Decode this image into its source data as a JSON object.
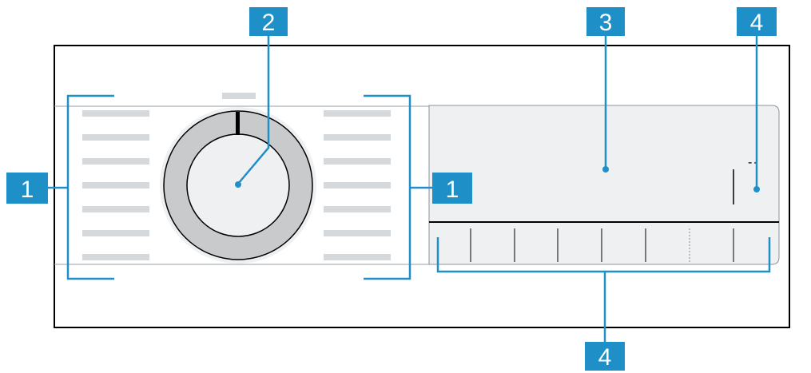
{
  "callouts": [
    {
      "id": "left-program-labels",
      "label": "1"
    },
    {
      "id": "program-selector-dial",
      "label": "2"
    },
    {
      "id": "display",
      "label": "3"
    },
    {
      "id": "display-right-symbol",
      "label": "4"
    },
    {
      "id": "right-program-labels",
      "label": "1"
    },
    {
      "id": "touch-buttons",
      "label": "4"
    }
  ],
  "display": {
    "indicator": "--"
  },
  "colors": {
    "callout_fill": "#1f8fc7",
    "panel_border": "#000000",
    "label_bars": "#d6d9dc",
    "dial_ring": "#c8cacc",
    "dial_halo": "#eef0f1",
    "display_bg": "#eef0f2"
  }
}
